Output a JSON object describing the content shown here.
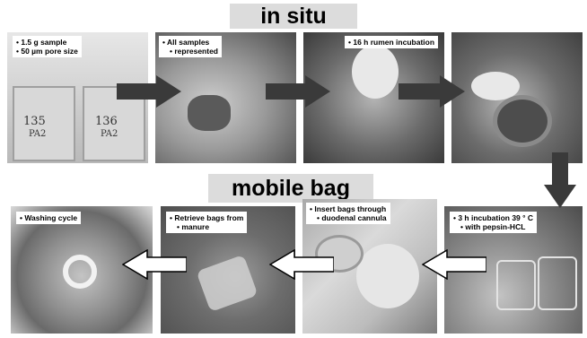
{
  "banners": {
    "top": "in situ",
    "middle": "mobile bag"
  },
  "steps": [
    {
      "lines": [
        "1.5 g sample",
        "50 µm pore size"
      ],
      "photo_text": [
        "135",
        "PA2",
        "136",
        "PA2"
      ]
    },
    {
      "lines": [
        "All samples",
        "represented"
      ]
    },
    {
      "lines": [
        "16 h rumen incubation"
      ]
    },
    {
      "lines": []
    },
    {
      "lines": [
        "3 h incubation 39 ° C",
        "with pepsin-HCL"
      ]
    },
    {
      "lines": [
        "Insert bags through",
        "duodenal cannula"
      ]
    },
    {
      "lines": [
        "Retrieve bags from",
        "manure"
      ]
    },
    {
      "lines": [
        "Washing cycle"
      ]
    }
  ],
  "colors": {
    "banner_bg": "#dcdcdc",
    "arrow_dark": "#3a3a3a",
    "arrow_light": "#ffffff"
  },
  "icons": {
    "in_situ_arrow": "dark-block-arrow",
    "mobile_bag_arrow": "white-outlined-block-arrow"
  }
}
